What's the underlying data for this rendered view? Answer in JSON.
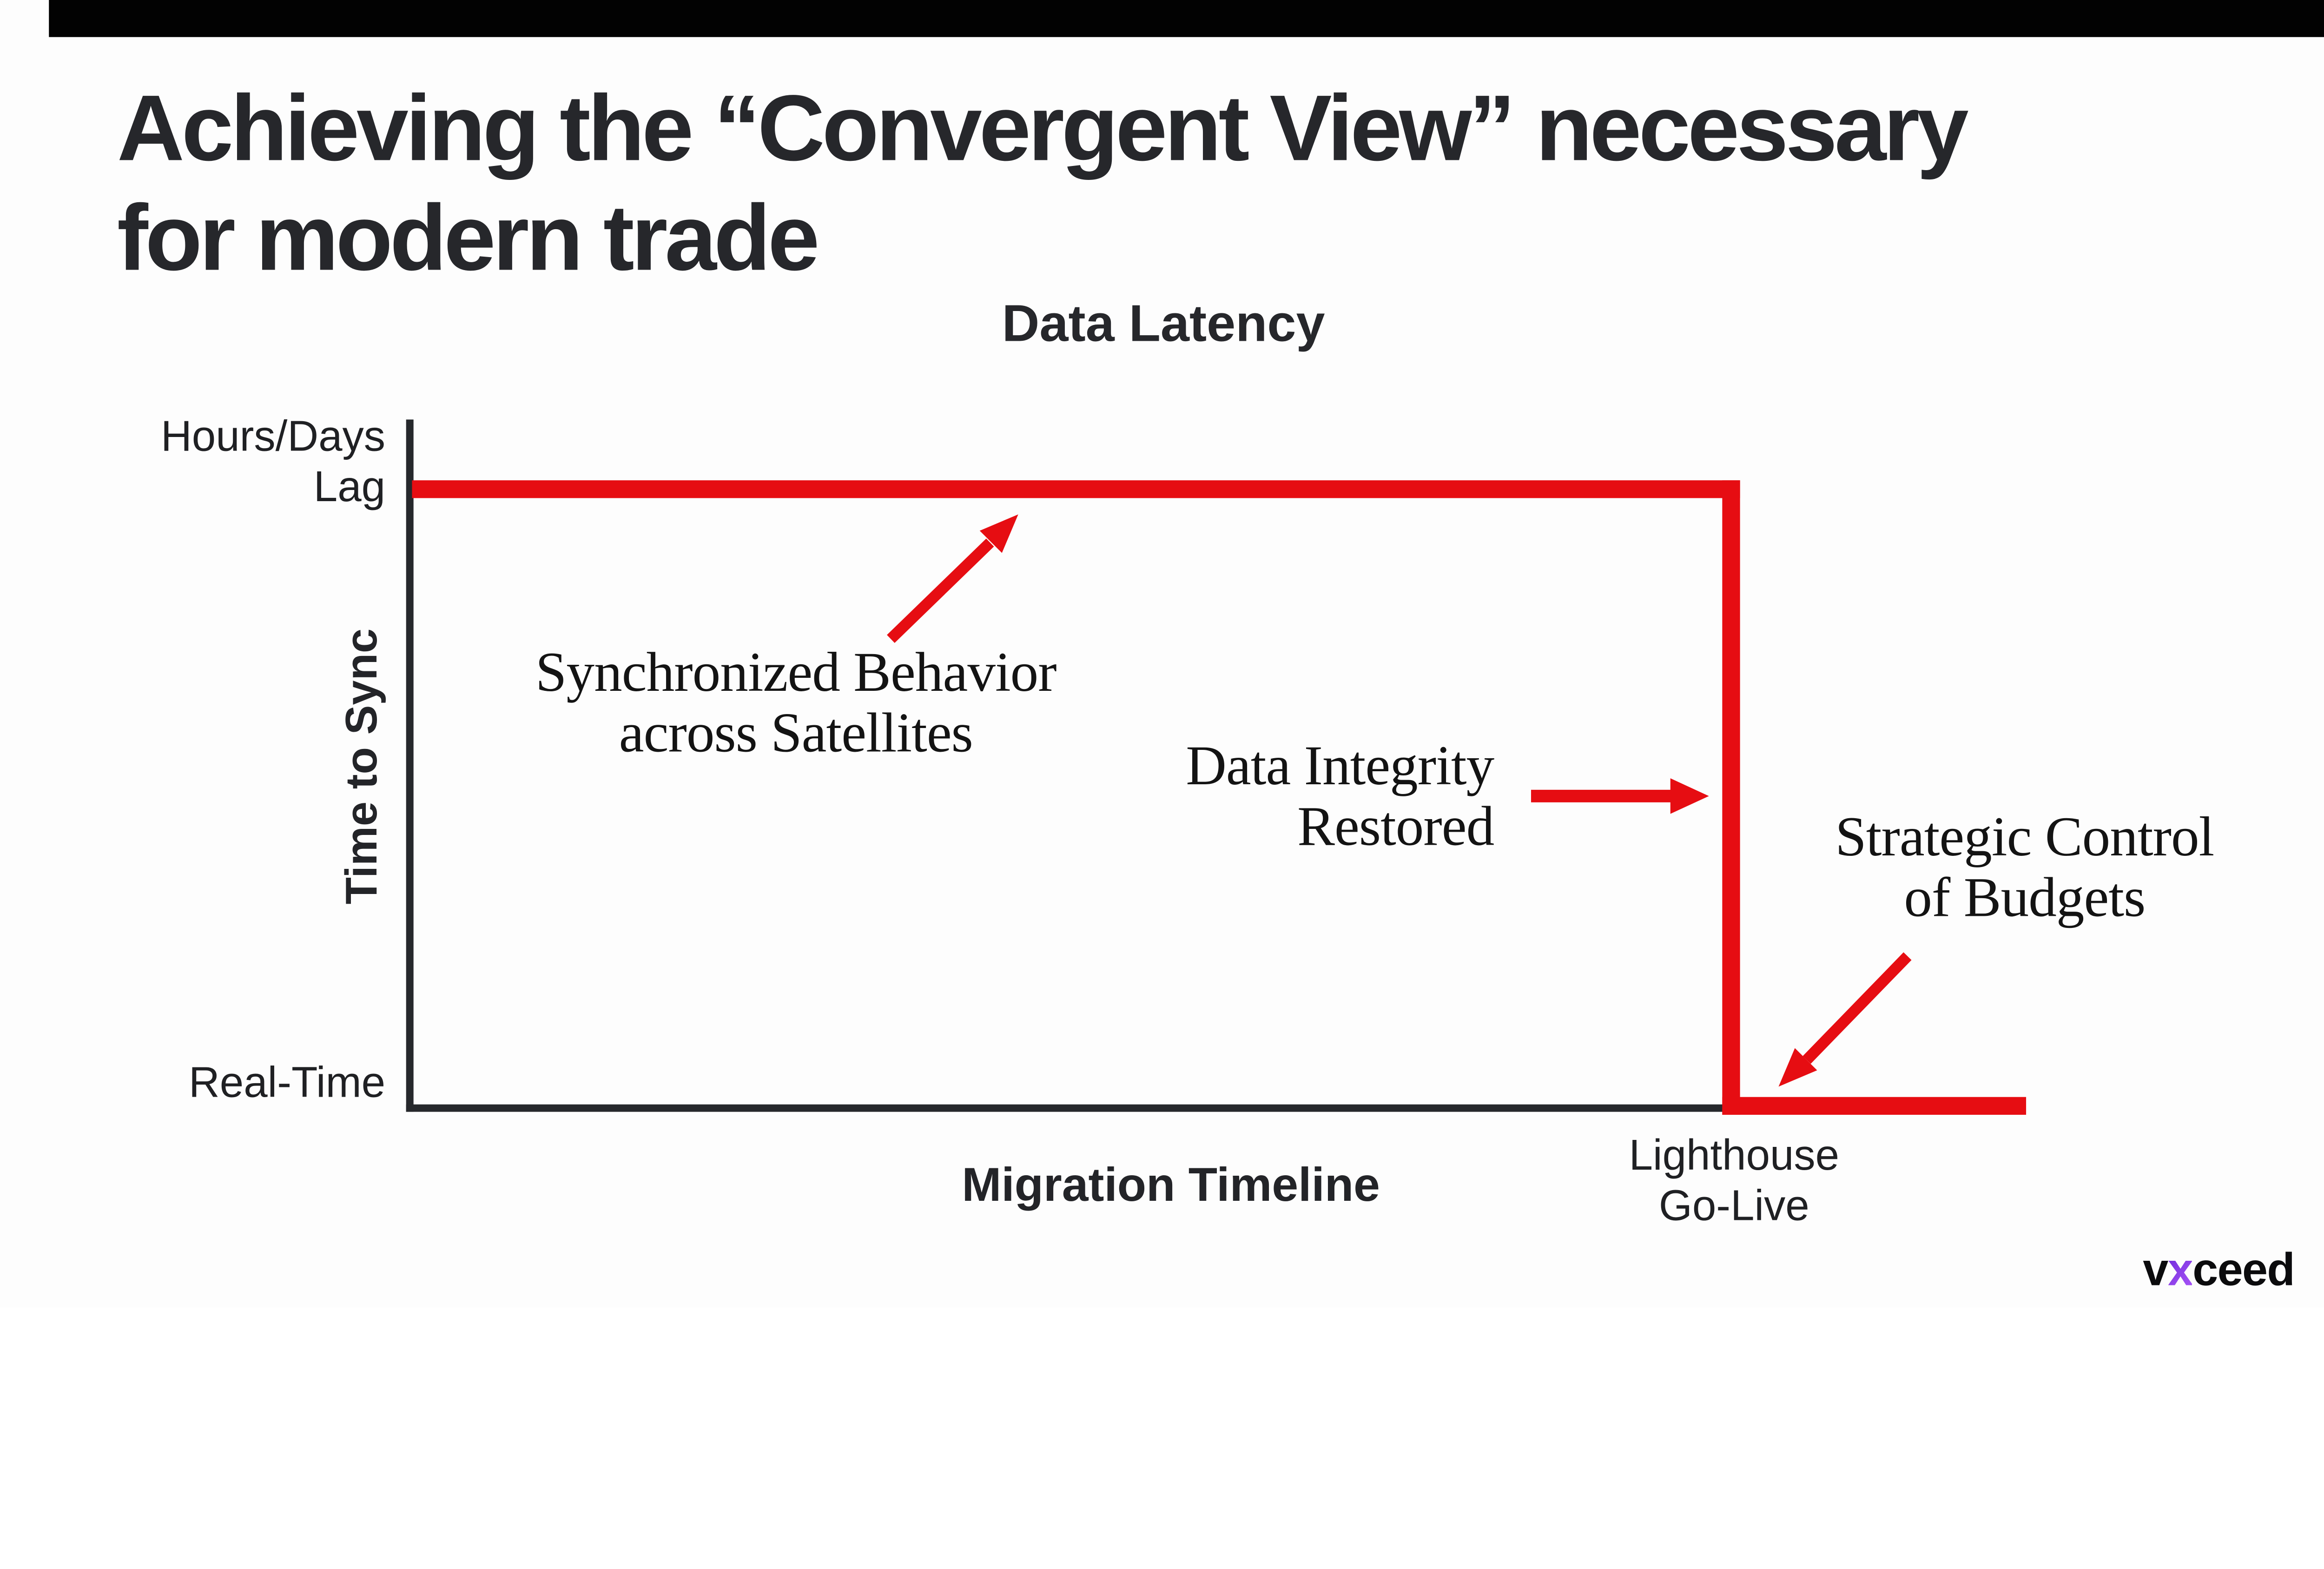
{
  "page": {
    "top_bar_color": "#020202",
    "background": "#fdfdfd"
  },
  "title": {
    "line1": "Achieving the “Convergent View” necessary",
    "line2": "for modern trade"
  },
  "chart": {
    "title": "Data Latency",
    "y_axis_label": "Time to Sync",
    "y_tick_top_line1": "Hours/Days",
    "y_tick_top_line2": "Lag",
    "y_tick_bottom": "Real-Time",
    "x_axis_label": "Migration Timeline",
    "x_event_line1": "Lighthouse",
    "x_event_line2": "Go-Live",
    "annotation_sync_line1": "Synchronized Behavior",
    "annotation_sync_line2": "across Satellites",
    "annotation_integrity_line1": "Data Integrity",
    "annotation_integrity_line2": "Restored",
    "annotation_budget_line1": "Strategic Control",
    "annotation_budget_line2": "of Budgets",
    "line_color": "#e60d12",
    "axis_color": "#26282c"
  },
  "logo": {
    "part_v": "v",
    "part_x": "x",
    "part_ceed": "ceed",
    "purple_start": "#6d28d9",
    "purple_end": "#a855f7"
  },
  "chart_data": {
    "type": "line",
    "style": "step",
    "title": "Data Latency",
    "xlabel": "Migration Timeline",
    "ylabel": "Time to Sync",
    "series": [
      {
        "name": "Data Latency",
        "x": [
          0,
          100,
          100,
          122
        ],
        "y": [
          1,
          1,
          0,
          0
        ]
      }
    ],
    "y_value_labels": {
      "1": "Hours/Days Lag",
      "0": "Real-Time"
    },
    "x_event": {
      "label": "Lighthouse Go-Live",
      "x": 100
    },
    "xlim": [
      0,
      100
    ],
    "ylim": [
      "Real-Time",
      "Hours/Days Lag"
    ],
    "grid": false,
    "legend": false,
    "line_color": "#e60d12",
    "annotations": [
      {
        "text": "Synchronized Behavior across Satellites",
        "points_to": "high-latency segment before go-live"
      },
      {
        "text": "Data Integrity Restored",
        "points_to": "vertical drop at Lighthouse Go-Live"
      },
      {
        "text": "Strategic Control of Budgets",
        "points_to": "real-time segment after go-live"
      }
    ]
  }
}
